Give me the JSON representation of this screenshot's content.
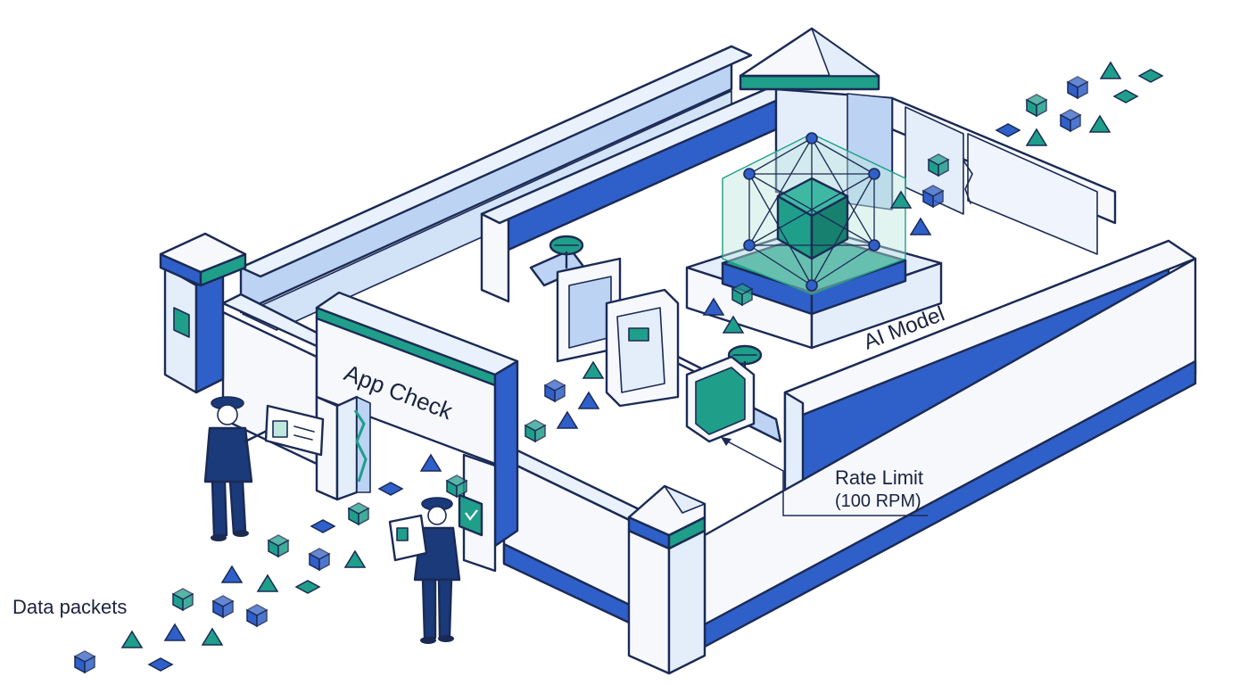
{
  "labels": {
    "data_packets": "Data packets",
    "app_check": "App Check",
    "ai_model": "AI Model",
    "rate_limit_line1": "Rate Limit",
    "rate_limit_line2": "(100 RPM)"
  },
  "colors": {
    "outline": "#1b2a55",
    "royal_blue": "#2f5fc8",
    "light_blue": "#bcd3f3",
    "pale_blue": "#e4eefb",
    "teal": "#1f9e8a",
    "wall_white": "#f6f8fc"
  }
}
